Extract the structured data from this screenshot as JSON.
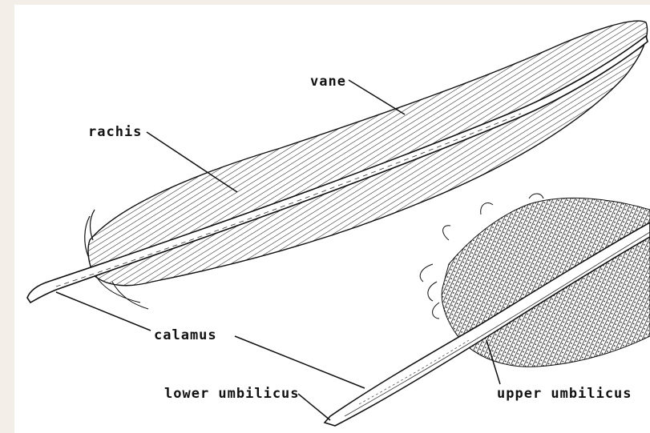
{
  "diagram": {
    "labels": {
      "vane": "vane",
      "rachis": "rachis",
      "calamus": "calamus",
      "lower_umbilicus": "lower umbilicus",
      "upper_umbilicus": "upper umbilicus"
    },
    "colors": {
      "background": "#f3efe8",
      "panel": "#ffffff",
      "ink": "#111111"
    }
  }
}
